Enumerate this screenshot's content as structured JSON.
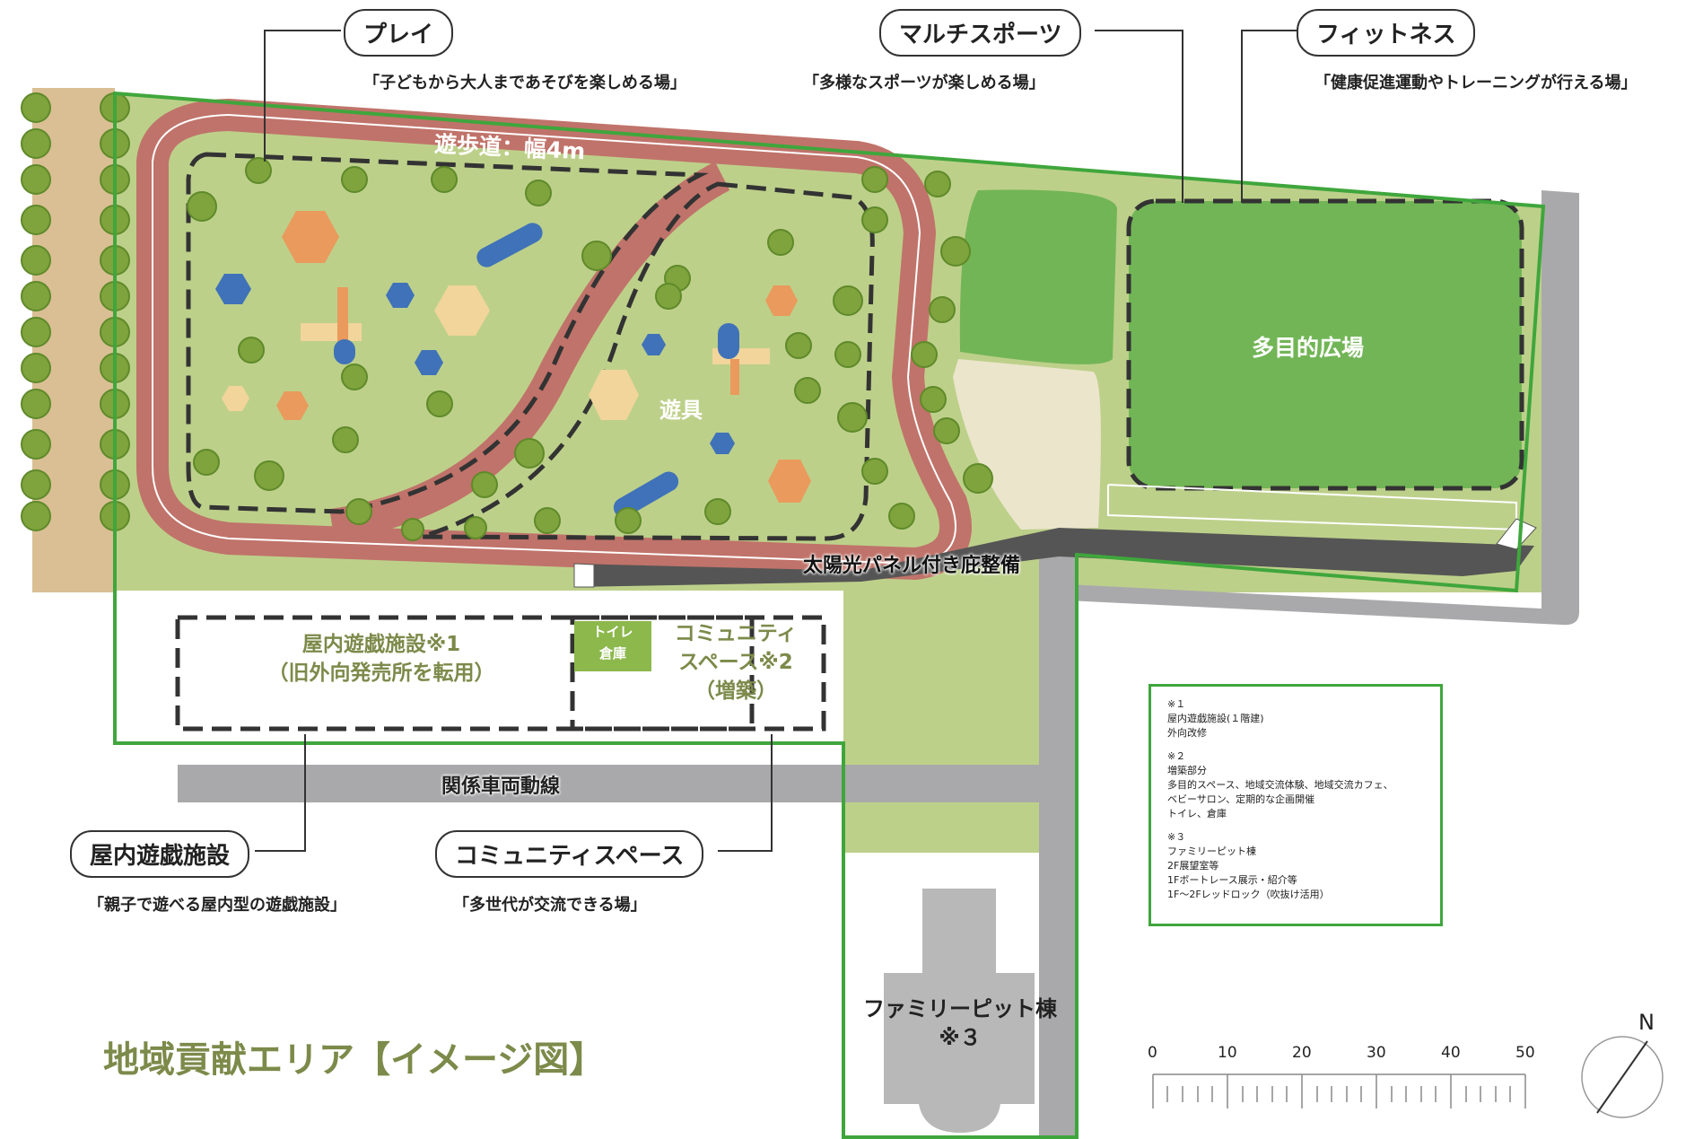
{
  "title": "地域貢献エリア【イメージ図】",
  "callouts": {
    "play": {
      "label": "プレイ",
      "desc": "「子どもから大人まであそびを楽しめる場」"
    },
    "multisports": {
      "label": "マルチスポーツ",
      "desc": "「多様なスポーツが楽しめる場」"
    },
    "fitness": {
      "label": "フィットネス",
      "desc": "「健康促進運動やトレーニングが行える場」"
    },
    "indoor_play": {
      "label": "屋内遊戯施設",
      "desc": "「親子で遊べる屋内型の遊戯施設」"
    },
    "community": {
      "label": "コミュニティスペース",
      "desc": "「多世代が交流できる場」"
    }
  },
  "map_labels": {
    "walkway": "遊歩道：幅4m",
    "playground": "遊具",
    "plaza": "多目的広場",
    "solar": "太陽光パネル付き庇整備",
    "indoor_facility_line1": "屋内遊戯施設※1",
    "indoor_facility_line2": "（旧外向発売所を転用）",
    "toilet_line1": "トイレ",
    "toilet_line2": "倉庫",
    "community_line1": "コミュニティ",
    "community_line2": "スペース※2",
    "community_line3": "（増築）",
    "vehicle_route": "関係車両動線",
    "family_pit_line1": "ファミリーピット棟",
    "family_pit_line2": "※３"
  },
  "notes": [
    [
      "※１",
      "屋内遊戯施設(１階建)",
      "外向改修"
    ],
    [
      "※２",
      "増築部分",
      "多目的スペース、地域交流体験、地域交流カフェ、",
      "ベビーサロン、定期的な企画開催",
      "トイレ、倉庫"
    ],
    [
      "※３",
      "ファミリーピット棟",
      "2F展望室等",
      "1Fボートレース展示・紹介等",
      "1F～2Fレッドロック（吹抜け活用）"
    ]
  ],
  "scale": {
    "ticks": [
      "0",
      "10",
      "20",
      "30",
      "40",
      "50"
    ]
  },
  "north": "N",
  "colors": {
    "lawn": "#bdd08a",
    "walkway": "#c0736a",
    "field": "#72b556",
    "boundary": "#3fa63c",
    "road": "#a9a9ab",
    "sand": "#d9bf93",
    "building": "#b8b8b8",
    "label_olive": "#7c8a4a"
  }
}
